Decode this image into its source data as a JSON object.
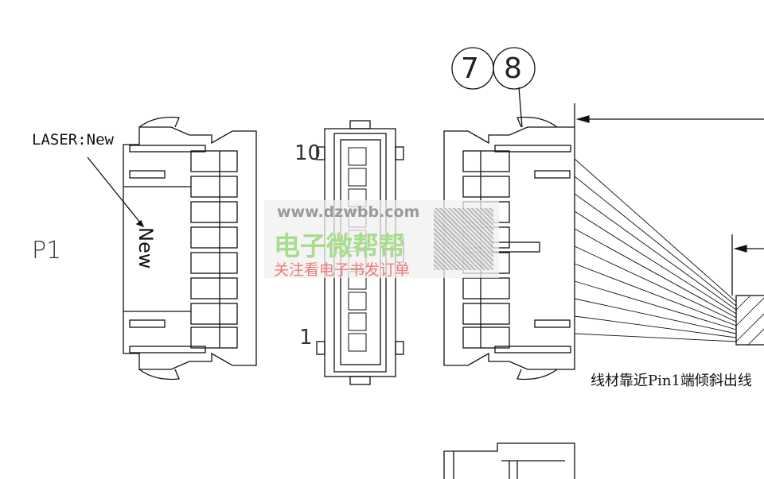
{
  "labels": {
    "laser": "LASER:New",
    "p1": "P1",
    "new_mark": "New",
    "pin_top": "10",
    "pin_bottom": "1",
    "callout_7": "7",
    "callout_8": "8",
    "note": "线材靠近Pin1端倾斜出线"
  },
  "watermark": {
    "url": "www.dzwbb.com",
    "brand": "电子微帮帮",
    "slogan": "关注看电子书发订单"
  },
  "colors": {
    "line": "#111111",
    "watermark_green": "#a9dc8e",
    "watermark_red": "#f07a7a"
  }
}
